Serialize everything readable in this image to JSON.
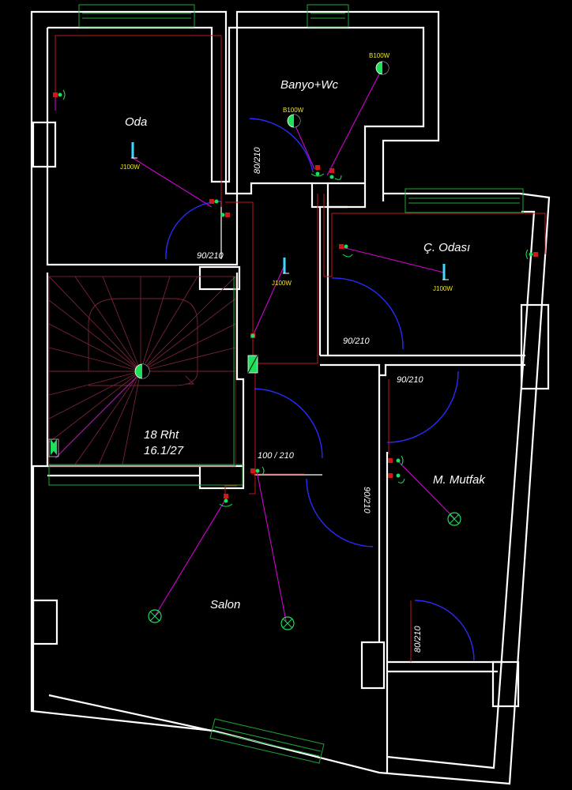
{
  "rooms": {
    "oda": "Oda",
    "banyo": "Banyo+Wc",
    "cocuk": "Ç. Odası",
    "salon": "Salon",
    "mutfak": "M. Mutfak"
  },
  "stair": {
    "line1": "18 Rht",
    "line2": "16.1/27"
  },
  "doors": {
    "d1": "90/210",
    "d2": "80/210",
    "d3": "90/210",
    "d4": "90/210",
    "d5": "100 / 210",
    "d6": "90/210",
    "d7": "80/210"
  },
  "fixtures": {
    "oda_ceiling": "J100W",
    "hall_ceiling": "J100W",
    "cocuk_ceiling": "J100W",
    "banyo_upper": "B100W",
    "banyo_lower": "B100W"
  },
  "colors": {
    "background": "#000000",
    "walls": "#ffffff",
    "wiring": "#d400d4",
    "door_swing": "#2a2aff",
    "windows": "#1fa63a",
    "fixture_text": "#f0e61e",
    "electric_lines": "#c01818"
  }
}
